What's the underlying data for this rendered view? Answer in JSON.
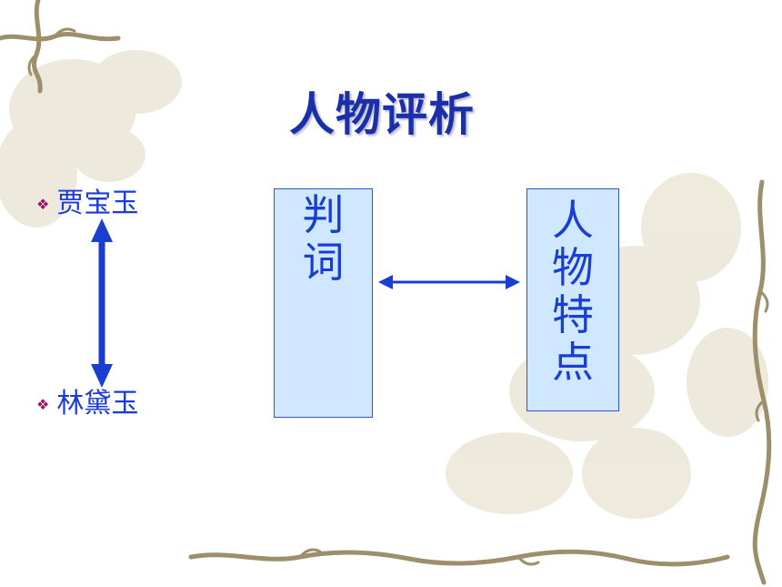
{
  "title": "人物评析",
  "bullets": [
    {
      "icon": "diamond-bullet-icon",
      "text": "贾宝玉"
    },
    {
      "icon": "diamond-bullet-icon",
      "text": "林黛玉"
    }
  ],
  "boxes": [
    {
      "chars": [
        "判",
        "词"
      ]
    },
    {
      "chars": [
        "人",
        "物",
        "特",
        "点"
      ]
    }
  ],
  "colors": {
    "title": "#1a2fa8",
    "bullet_text": "#1c3ad8",
    "bullet_marker": "#a0106a",
    "box_fill": "#cfe8ff",
    "arrow": "#1a3fd0"
  }
}
